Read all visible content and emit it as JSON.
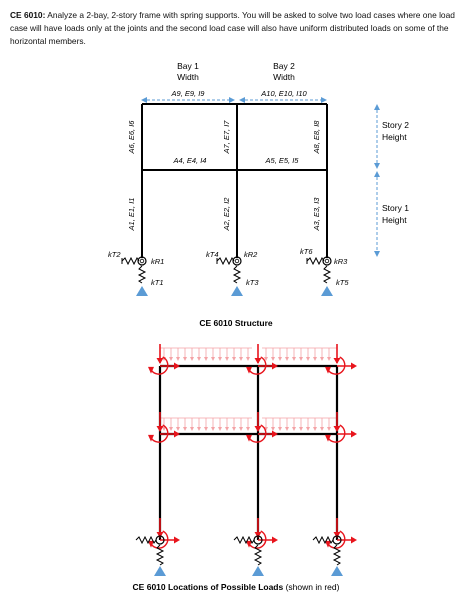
{
  "intro": {
    "course": "CE 6010:",
    "text": "Analyze a 2-bay, 2-story frame with spring supports. You will be asked to solve two load cases where one load case will have loads only at the joints and the second load case will also have uniform distributed loads on some of the horizontal members."
  },
  "structure": {
    "bay1": "Bay 1",
    "bay1_width": "Width",
    "bay2": "Bay 2",
    "bay2_width": "Width",
    "beam_top_left": "A9, E9, I9",
    "beam_top_right": "A10, E10, I10",
    "beam_mid_left": "A4, E4, I4",
    "beam_mid_right": "A5, E5, I5",
    "col_left_top": "A6, E6, I6",
    "col_left_bottom": "A1, E1, I1",
    "col_mid_top": "A7, E7, I7",
    "col_mid_bottom": "A2, E2, I2",
    "col_right_top": "A8, E8, I8",
    "col_right_bottom": "A3, E3, I3",
    "story2": "Story 2",
    "story2_height": "Height",
    "story1": "Story 1",
    "story1_height": "Height",
    "springs": {
      "kT2": "kT2",
      "kR1": "kR1",
      "kT1": "kT1",
      "kT4": "kT4",
      "kR2": "kR2",
      "kT3": "kT3",
      "kT6": "kT6",
      "kR3": "kR3",
      "kT5": "kT5"
    },
    "caption": "CE 6010 Structure"
  },
  "loads": {
    "caption_bold": "CE 6010 Locations of Possible Loads",
    "caption_normal": " (shown in red)"
  },
  "colors": {
    "frame": "#000000",
    "dims": "#5b9bd5",
    "support": "#5b9bd5",
    "loads": "#e8141c",
    "loads_light": "#f4a3a6"
  }
}
